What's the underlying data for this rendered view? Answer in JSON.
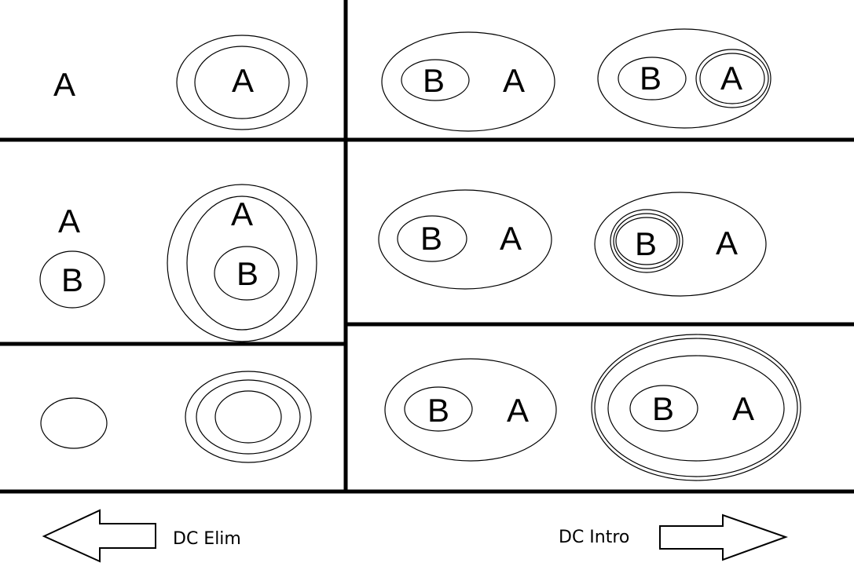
{
  "letters": {
    "a": "A",
    "b": "B"
  },
  "captions": {
    "elim": "DC Elim",
    "intro": "DC Intro"
  }
}
